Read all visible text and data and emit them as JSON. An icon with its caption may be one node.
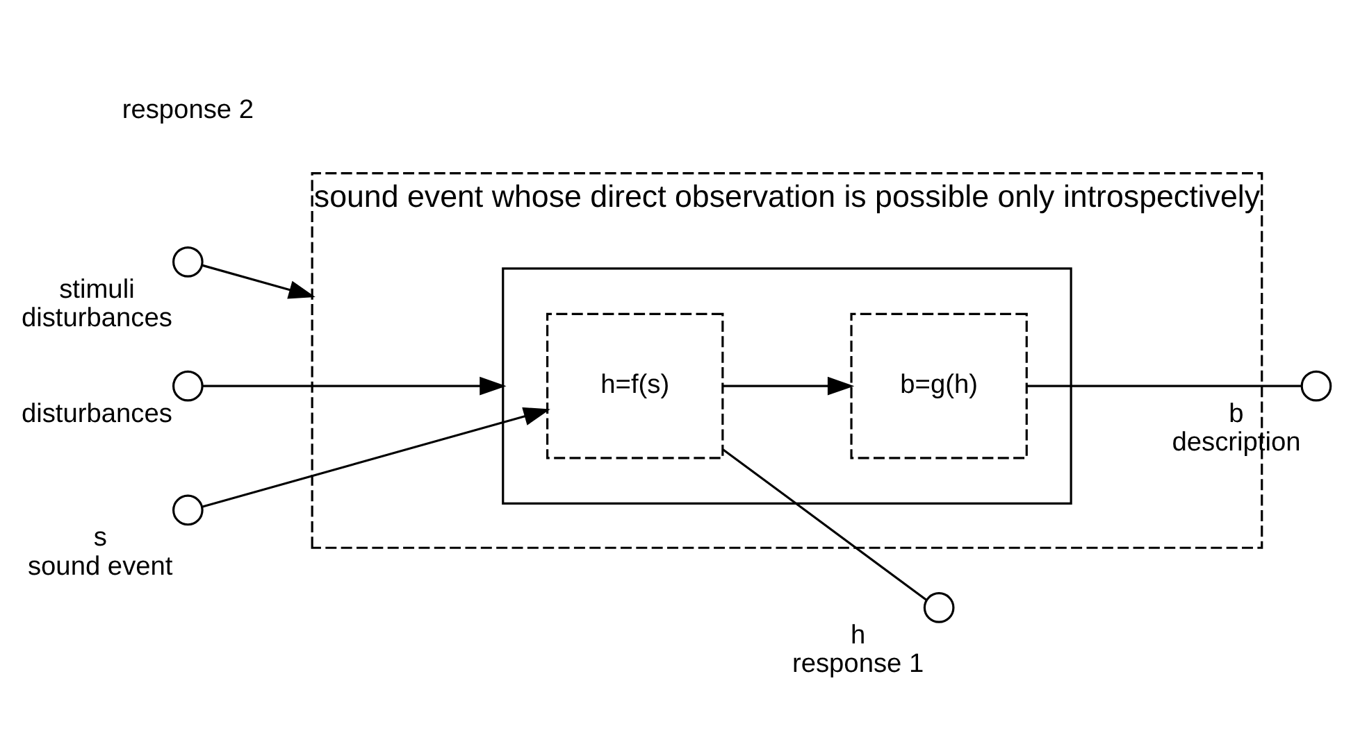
{
  "diagram": {
    "nodes": [
      {
        "text": [
          "sound event whose direct observation is possible only introspectively"
        ]
      },
      {
        "text": [],
        "shape": "box",
        "in": 0
      },
      {
        "text": [
          "h=f(s)"
        ],
        "in": 1
      },
      {
        "text": [
          "b=g(h)"
        ],
        "in": 1
      },
      {
        "text": [],
        "shape": "circle",
        "beside": [
          "stimuli",
          "disturbances"
        ]
      },
      {
        "text": [],
        "shape": "circle",
        "beside": [
          "disturbances"
        ]
      },
      {
        "text": [],
        "shape": "circle",
        "beside": [
          "h",
          "response 1"
        ]
      },
      {
        "text": [],
        "shape": "circle",
        "beside": [
          "s",
          "sound event"
        ]
      },
      {
        "text": [],
        "shape": "circle",
        "beside": [
          "b",
          "description"
        ]
      }
    ],
    "edges": [
      {
        "from": 4,
        "to": 0,
        "arrow": "to"
      },
      {
        "from": 5,
        "to": 1,
        "arrow": "to"
      },
      {
        "from": 7,
        "to": 2,
        "arrow": "to"
      },
      {
        "from": 2,
        "to": 3,
        "arrow": "to"
      },
      {
        "from": 2,
        "to": 6,
        "arrow": "none"
      },
      {
        "from": 3,
        "to": 8,
        "arrow": "none"
      }
    ],
    "labels": [
      "response 2"
    ]
  }
}
